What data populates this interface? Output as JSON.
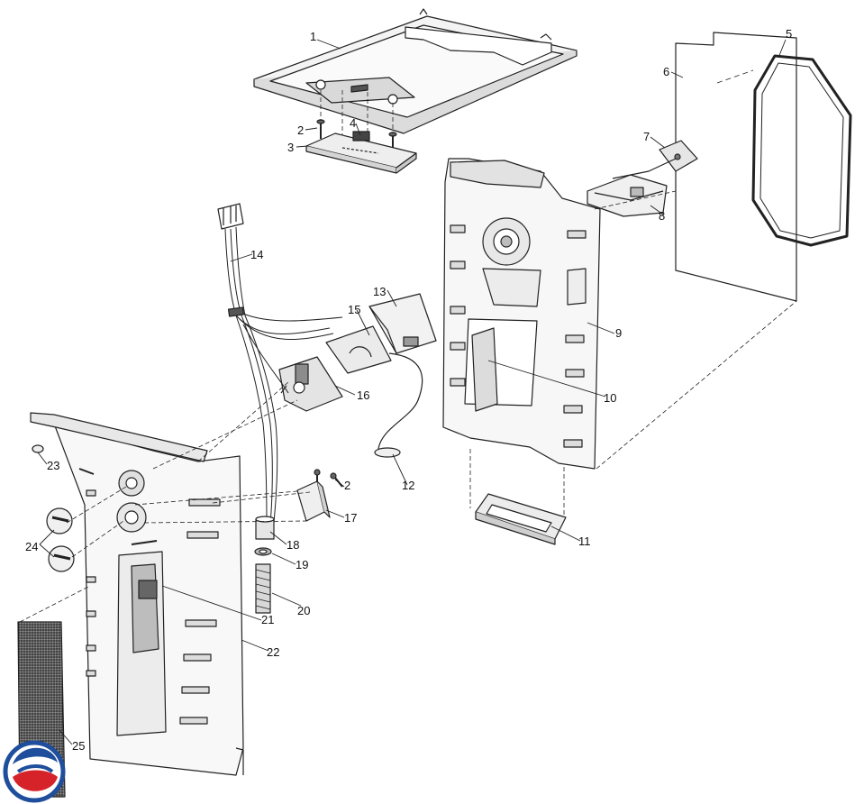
{
  "diagram": {
    "type": "exploded-parts-view",
    "callouts": [
      {
        "id": "c1",
        "label": "1"
      },
      {
        "id": "c2a",
        "label": "2"
      },
      {
        "id": "c3",
        "label": "3"
      },
      {
        "id": "c4",
        "label": "4"
      },
      {
        "id": "c5",
        "label": "5"
      },
      {
        "id": "c6",
        "label": "6"
      },
      {
        "id": "c7",
        "label": "7"
      },
      {
        "id": "c8",
        "label": "8"
      },
      {
        "id": "c9",
        "label": "9"
      },
      {
        "id": "c10",
        "label": "10"
      },
      {
        "id": "c11",
        "label": "11"
      },
      {
        "id": "c12",
        "label": "12"
      },
      {
        "id": "c13",
        "label": "13"
      },
      {
        "id": "c14",
        "label": "14"
      },
      {
        "id": "c15",
        "label": "15"
      },
      {
        "id": "c16",
        "label": "16"
      },
      {
        "id": "c2b",
        "label": "2"
      },
      {
        "id": "c17",
        "label": "17"
      },
      {
        "id": "c18",
        "label": "18"
      },
      {
        "id": "c19",
        "label": "19"
      },
      {
        "id": "c20",
        "label": "20"
      },
      {
        "id": "c21",
        "label": "21"
      },
      {
        "id": "c22",
        "label": "22"
      },
      {
        "id": "c23",
        "label": "23"
      },
      {
        "id": "c24",
        "label": "24"
      },
      {
        "id": "c25",
        "label": "25"
      }
    ],
    "colors": {
      "line": "#222222",
      "fill_light": "#f2f2f2",
      "fill_mid": "#d8d8d8",
      "fill_dark": "#9a9a9a",
      "logo_blue": "#1f4e9c",
      "logo_red": "#d6232a"
    },
    "logo": {
      "name": "brand-swirl-logo"
    }
  }
}
